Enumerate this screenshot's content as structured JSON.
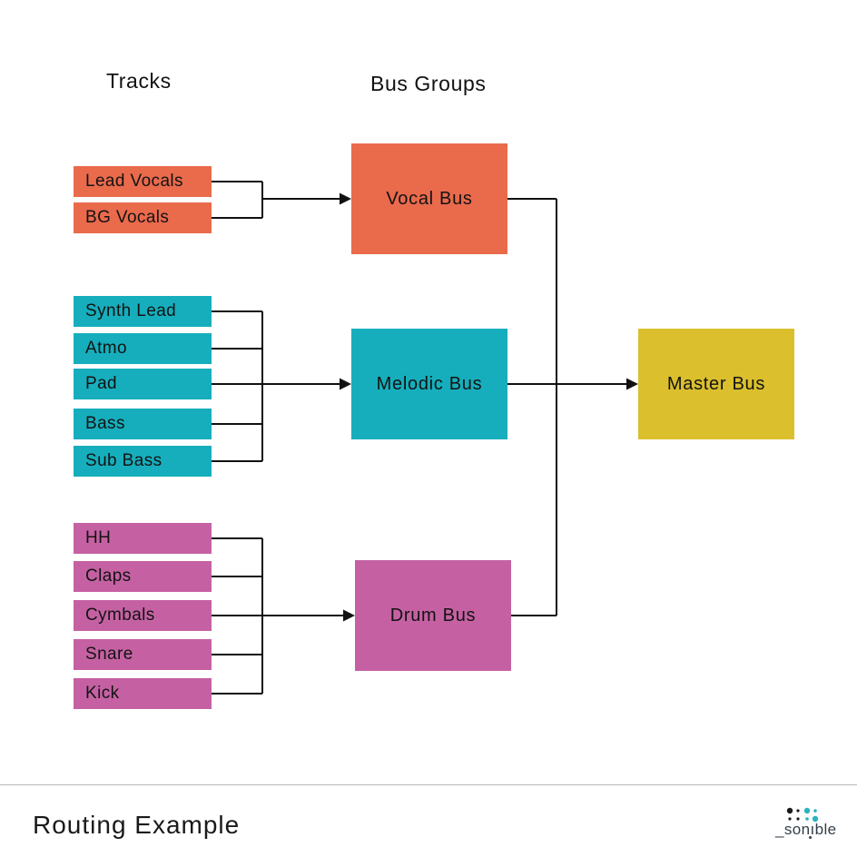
{
  "headers": {
    "tracks": "Tracks",
    "bus_groups": "Bus Groups"
  },
  "groups": [
    {
      "name": "vocals",
      "color": "#EA6A4C",
      "bus": "Vocal Bus",
      "tracks": [
        "Lead Vocals",
        "BG Vocals"
      ]
    },
    {
      "name": "melodic",
      "color": "#16AEBC",
      "bus": "Melodic Bus",
      "tracks": [
        "Synth Lead",
        "Atmo",
        "Pad",
        "Bass",
        "Sub Bass"
      ]
    },
    {
      "name": "drums",
      "color": "#C561A3",
      "bus": "Drum Bus",
      "tracks": [
        "HH",
        "Claps",
        "Cymbals",
        "Snare",
        "Kick"
      ]
    }
  ],
  "master": {
    "label": "Master Bus",
    "color": "#DBBF2D"
  },
  "footer": {
    "title": "Routing Example",
    "brand_pre": "_son",
    "brand_i": "ı",
    "brand_post": "ble"
  },
  "colors": {
    "line": "#111111",
    "divider": "#b9b9b9",
    "logo_dark": "#1a1a1a",
    "logo_teal": "#2BB3C0"
  }
}
